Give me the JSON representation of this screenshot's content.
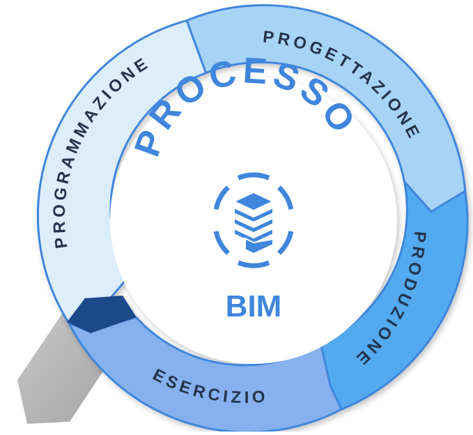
{
  "center": {
    "title": "PROCESSO",
    "subtitle": "BIM",
    "icon": "building-layers-icon",
    "title_color": "#3f86dc"
  },
  "phases": [
    {
      "id": "programmazione",
      "label": "PROGRAMMAZIONE",
      "color": "#dcedfc"
    },
    {
      "id": "progettazione",
      "label": "PROGETTAZIONE",
      "color": "#a7d3f7"
    },
    {
      "id": "produzione",
      "label": "PRODUZIONE",
      "color": "#52aaf1"
    },
    {
      "id": "esercizio",
      "label": "ESERCIZIO",
      "color": "#86b1ee"
    }
  ],
  "colors": {
    "ring_outline": "#3f86dc",
    "label_text": "#24344c",
    "accent_dark": "#1f4a8a",
    "handle": "#b5b5b5"
  }
}
